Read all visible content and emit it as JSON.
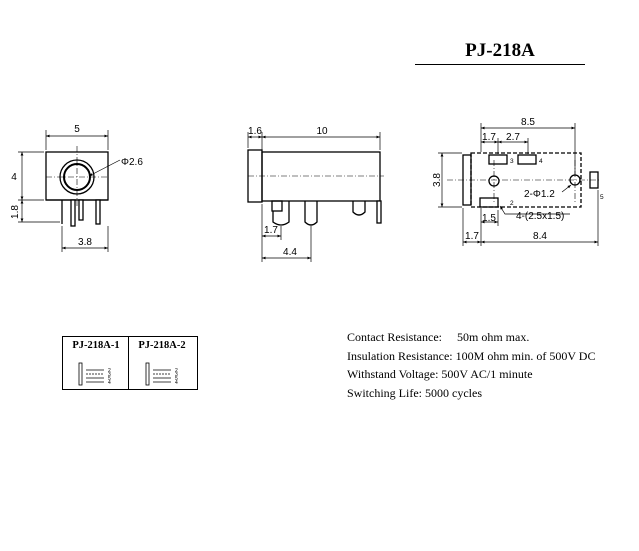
{
  "title": "PJ-218A",
  "front_view": {
    "width": "5",
    "height": "4",
    "pin_height": "1.8",
    "bottom_width": "3.8",
    "hole_diameter": "Φ2.6"
  },
  "side_view": {
    "front_length": "1.6",
    "body_length": "10",
    "pin_offset": "1.7",
    "pin_spacing": "4.4"
  },
  "top_view": {
    "total_length": "8.5",
    "offset_a": "1.7",
    "offset_b": "2.7",
    "height": "3.8",
    "holes": "2-Φ1.2",
    "slots": "4-(2.5x1.5)",
    "slot_width": "1.5",
    "bottom_offset": "1.7",
    "bottom_length": "8.4",
    "pin_labels": [
      "3",
      "4",
      "2",
      "5"
    ]
  },
  "variants": [
    {
      "name": "PJ-218A-1",
      "pins": [
        "2",
        "3",
        "5",
        "4"
      ]
    },
    {
      "name": "PJ-218A-2",
      "pins": [
        "2",
        "3",
        "5",
        "4"
      ]
    }
  ],
  "specs": [
    {
      "label": "Contact Resistance:",
      "value": "50m ohm max."
    },
    {
      "label": "Insulation Resistance:",
      "value": "100M ohm min. of 500V DC"
    },
    {
      "label": "Withstand Voltage:",
      "value": "500V AC/1 minute"
    },
    {
      "label": "Switching Life:",
      "value": "5000 cycles"
    }
  ]
}
